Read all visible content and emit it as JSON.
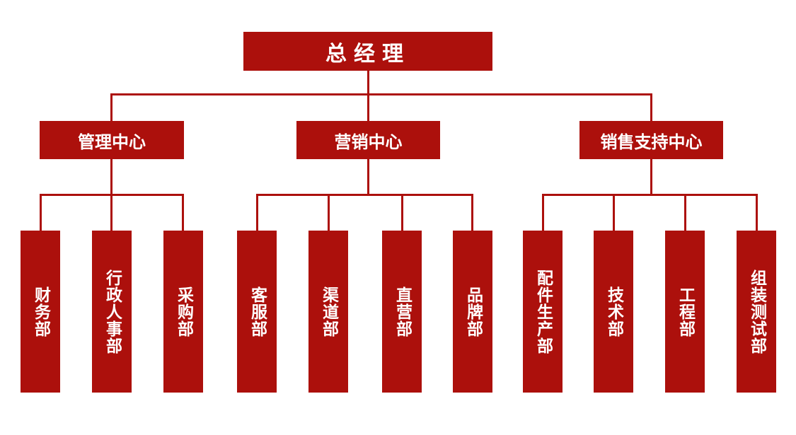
{
  "org": {
    "root": {
      "label": "总经理"
    },
    "centers": [
      {
        "label": "管理中心",
        "departments": [
          {
            "label": "财务部"
          },
          {
            "label": "行政人事部"
          },
          {
            "label": "采购部"
          }
        ]
      },
      {
        "label": "营销中心",
        "departments": [
          {
            "label": "客服部"
          },
          {
            "label": "渠道部"
          },
          {
            "label": "直营部"
          },
          {
            "label": "品牌部"
          }
        ]
      },
      {
        "label": "销售支持中心",
        "departments": [
          {
            "label": "配件生产部"
          },
          {
            "label": "技术部"
          },
          {
            "label": "工程部"
          },
          {
            "label": "组装测试部"
          }
        ]
      }
    ]
  },
  "colors": {
    "box": "#ac100c",
    "connector": "#ac100c",
    "text": "#ffffff"
  }
}
